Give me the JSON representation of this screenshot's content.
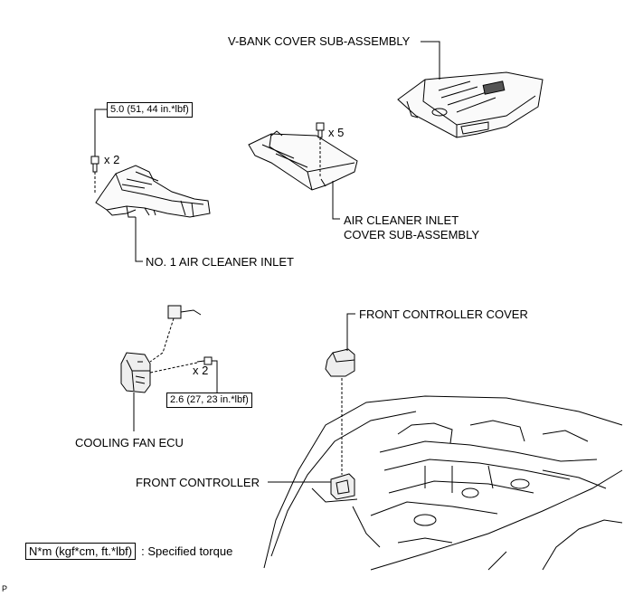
{
  "labels": {
    "vbank": "V-BANK COVER SUB-ASSEMBLY",
    "inlet_cover_1": "AIR CLEANER INLET",
    "inlet_cover_2": "COVER SUB-ASSEMBLY",
    "no1_inlet": "NO. 1 AIR CLEANER INLET",
    "front_controller_cover": "FRONT CONTROLLER COVER",
    "cooling_fan_ecu": "COOLING FAN ECU",
    "front_controller": "FRONT CONTROLLER"
  },
  "torques": {
    "inlet_bolt": "5.0 (51, 44 in.*lbf)",
    "ecu_bolt": "2.6 (27, 23 in.*lbf)"
  },
  "quantities": {
    "inlet_bolts": "x 2",
    "cover_clips": "x 5",
    "ecu_bolts": "x 2"
  },
  "legend": {
    "unit": "N*m (kgf*cm, ft.*lbf)",
    "text": ": Specified torque"
  },
  "figure_code": "P"
}
